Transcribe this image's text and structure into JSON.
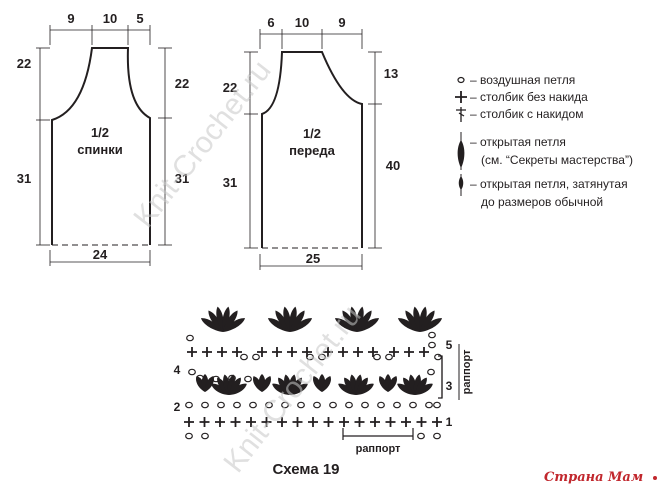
{
  "back_piece": {
    "title_line1": "1/2",
    "title_line2": "спинки",
    "dim_top_left": "9",
    "dim_top_mid": "10",
    "dim_top_right": "5",
    "dim_left_upper": "22",
    "dim_left_lower": "31",
    "dim_right_upper": "22",
    "dim_right_lower": "31",
    "dim_bottom": "24"
  },
  "front_piece": {
    "title_line1": "1/2",
    "title_line2": "переда",
    "dim_top_left": "6",
    "dim_top_mid": "10",
    "dim_top_right": "9",
    "dim_left_upper": "22",
    "dim_left_lower": "31",
    "dim_right_upper": "13",
    "dim_right_lower": "40",
    "dim_bottom": "25"
  },
  "legend": {
    "chain": "– воздушная петля",
    "sc": "– столбик без накида",
    "dc": "– столбик с накидом",
    "open_loop_1": "– открытая петля",
    "open_loop_2": "(см. “Секреты мастерства”)",
    "pulled_loop_1": "– открытая петля, затянутая",
    "pulled_loop_2": "до размеров обычной"
  },
  "chart": {
    "row_numbers": [
      "1",
      "2",
      "3",
      "4",
      "5"
    ],
    "repeat_label": "раппорт",
    "caption": "Схема 19"
  },
  "watermark": {
    "text_1": "Knit-Crochet.ru",
    "text_2": "Knit-Crochet.ru"
  },
  "logo": {
    "text": "Страна Мам"
  }
}
